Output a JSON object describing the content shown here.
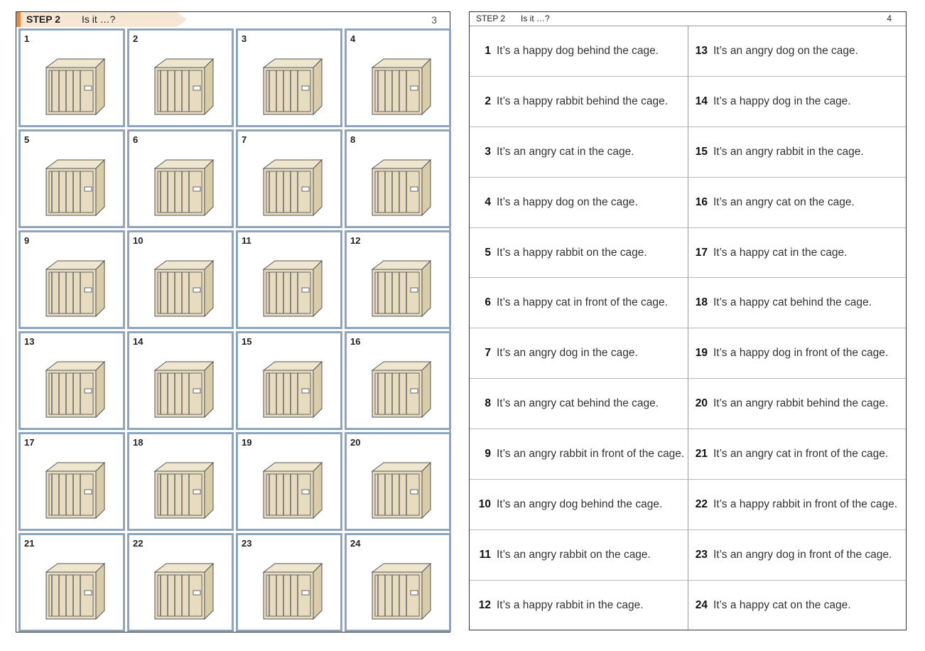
{
  "left_page": {
    "step": "STEP 2",
    "title": "Is it …?",
    "page_number": "3",
    "pictures": [
      "1",
      "2",
      "3",
      "4",
      "5",
      "6",
      "7",
      "8",
      "9",
      "10",
      "11",
      "12",
      "13",
      "14",
      "15",
      "16",
      "17",
      "18",
      "19",
      "20",
      "21",
      "22",
      "23",
      "24"
    ]
  },
  "right_page": {
    "step": "STEP 2",
    "title": "Is it …?",
    "page_number": "4",
    "sentences": [
      {
        "n": "1",
        "text": "It’s a happy dog behind the cage."
      },
      {
        "n": "2",
        "text": "It’s a happy rabbit behind the cage."
      },
      {
        "n": "3",
        "text": "It’s an angry cat in the cage."
      },
      {
        "n": "4",
        "text": "It’s a happy dog on the cage."
      },
      {
        "n": "5",
        "text": "It’s a happy rabbit on the cage."
      },
      {
        "n": "6",
        "text": "It’s a happy cat in front of the cage."
      },
      {
        "n": "7",
        "text": "It’s an angry dog in the cage."
      },
      {
        "n": "8",
        "text": "It’s an angry cat behind the cage."
      },
      {
        "n": "9",
        "text": "It’s an angry rabbit in front of the cage."
      },
      {
        "n": "10",
        "text": "It’s an angry dog behind the cage."
      },
      {
        "n": "11",
        "text": "It’s an angry rabbit on the cage."
      },
      {
        "n": "12",
        "text": "It’s a happy rabbit in the cage."
      },
      {
        "n": "13",
        "text": "It’s an angry dog on the cage."
      },
      {
        "n": "14",
        "text": "It’s a happy dog in the cage."
      },
      {
        "n": "15",
        "text": "It’s an angry rabbit in the cage."
      },
      {
        "n": "16",
        "text": "It’s an angry cat on the cage."
      },
      {
        "n": "17",
        "text": "It’s a happy cat in the cage."
      },
      {
        "n": "18",
        "text": "It’s a happy cat behind the cage."
      },
      {
        "n": "19",
        "text": "It’s a happy dog in front of the cage."
      },
      {
        "n": "20",
        "text": "It’s an angry rabbit behind the cage."
      },
      {
        "n": "21",
        "text": "It’s an angry cat in front of the cage."
      },
      {
        "n": "22",
        "text": "It’s a happy rabbit in front of the cage."
      },
      {
        "n": "23",
        "text": "It’s an angry dog in front of the cage."
      },
      {
        "n": "24",
        "text": "It’s a happy cat on the cage."
      }
    ]
  },
  "colors": {
    "frame": "#8fa4bd",
    "tab": "#f6e6d4",
    "tab_accent": "#e8883a",
    "cage": "#e8dcc0"
  }
}
